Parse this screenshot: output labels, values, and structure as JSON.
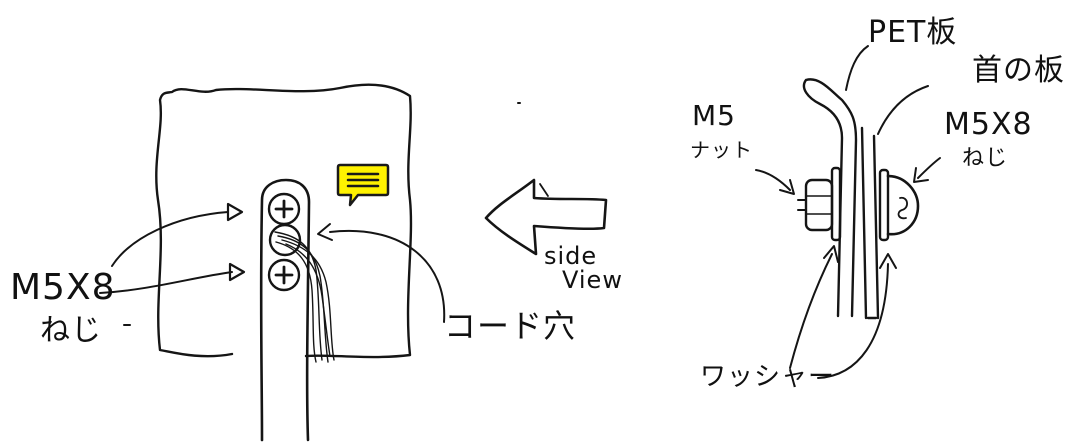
{
  "labels": {
    "pet_plate": "PET板",
    "neck_plate": "首の板",
    "m5_nut_line1": "M5",
    "m5_nut_line2": "ナット",
    "m5x8_right_line1": "M5X8",
    "m5x8_right_line2": "ねじ",
    "m5x8_left_line1": "M5X8",
    "m5x8_left_line2": "ねじ",
    "cord_hole": "コード穴",
    "side_view_line1": "side",
    "side_view_line2": "View",
    "washer": "ワッシャー"
  },
  "colors": {
    "ink": "#151515",
    "note_fill": "#fff200",
    "note_stroke": "#1a1a1a"
  },
  "icons": {
    "comment": "comment-note-icon"
  }
}
